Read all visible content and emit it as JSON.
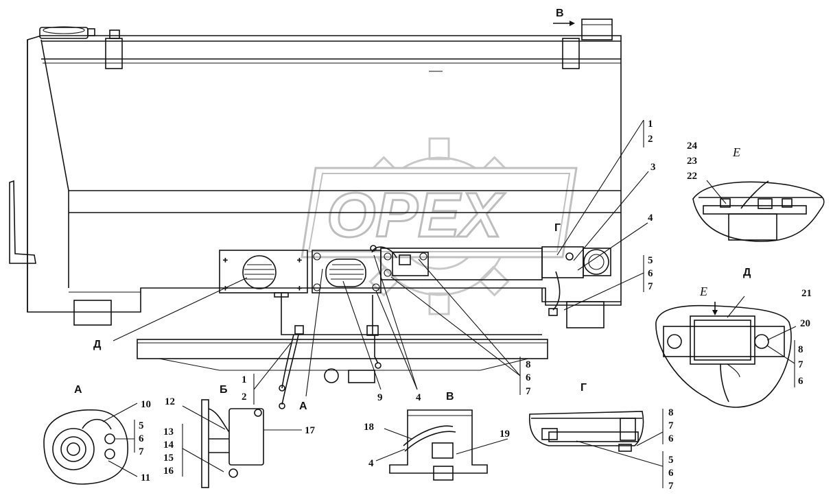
{
  "watermark": {
    "text": "OPEX"
  },
  "views": {
    "A1": "А",
    "A2": "А",
    "B1": "Б",
    "V1": "В",
    "V2": "В",
    "G1": "Г",
    "G2": "Г",
    "D1": "Д",
    "D2": "Д",
    "E1": "Е",
    "E2": "Е"
  },
  "callouts": {
    "main_1a": "1",
    "main_2a": "2",
    "main_3": "3",
    "main_4a": "4",
    "main_5a": "5",
    "main_6a": "6",
    "main_7a": "7",
    "main_1b": "1",
    "main_2b": "2",
    "main_9": "9",
    "main_4b": "4",
    "main_8c": "8",
    "main_6c": "6",
    "main_7c": "7",
    "e_24": "24",
    "e_23": "23",
    "e_22": "22",
    "d_21": "21",
    "d_20": "20",
    "d_8": "8",
    "d_7": "7",
    "d_6": "6",
    "a_10": "10",
    "a_11": "11",
    "a_5": "5",
    "a_6": "6",
    "a_7": "7",
    "b_12": "12",
    "b_13": "13",
    "b_14": "14",
    "b_15": "15",
    "b_16": "16",
    "b_17": "17",
    "v_18": "18",
    "v_19": "19",
    "v_4": "4",
    "g_8": "8",
    "g_7": "7",
    "g_6": "6",
    "g_5": "5",
    "g_6b": "6",
    "g_7b": "7"
  }
}
